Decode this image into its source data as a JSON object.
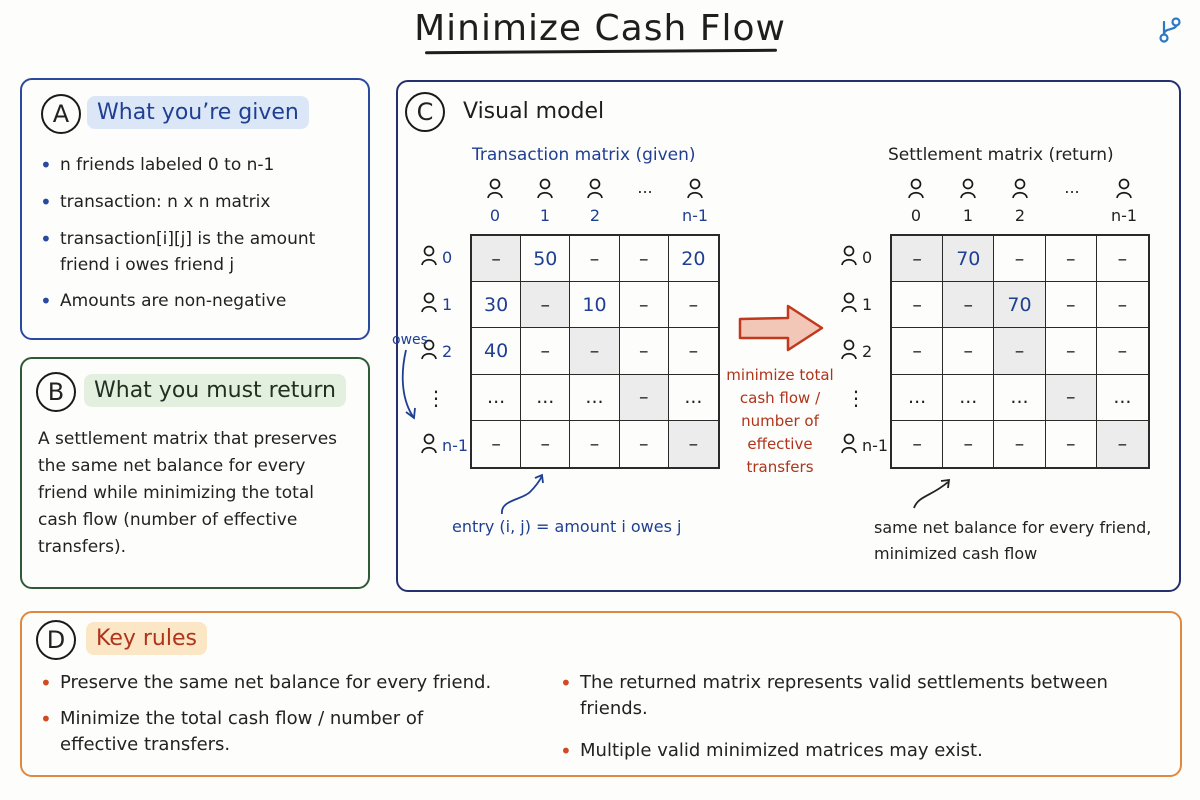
{
  "title": "Minimize Cash Flow",
  "corner_icon": "branch-icon",
  "panel_a": {
    "badge": "A",
    "heading": "What you’re given",
    "bullets": [
      "n friends labeled 0 to n-1",
      "transaction: n x n matrix",
      "transaction[i][j] is the amount friend i owes friend j",
      "Amounts are non-negative"
    ]
  },
  "panel_b": {
    "badge": "B",
    "heading": "What you must return",
    "text": "A settlement matrix that preserves the same net balance for every friend while minimizing the total cash flow (number of effective transfers)."
  },
  "panel_c": {
    "badge": "C",
    "heading": "Visual model",
    "left_label": "Transaction matrix (given)",
    "right_label": "Settlement matrix (return)",
    "col_headers": [
      "0",
      "1",
      "2",
      "...",
      "n-1"
    ],
    "row_headers": [
      "0",
      "1",
      "2",
      "⋮",
      "n-1"
    ],
    "left_matrix": [
      [
        "–",
        "50",
        "–",
        "–",
        "20"
      ],
      [
        "30",
        "–",
        "10",
        "–",
        "–"
      ],
      [
        "40",
        "–",
        "–",
        "–",
        "–"
      ],
      [
        "...",
        "...",
        "...",
        "–",
        "..."
      ],
      [
        "–",
        "–",
        "–",
        "–",
        "–"
      ]
    ],
    "right_matrix": [
      [
        "–",
        "70",
        "–",
        "–",
        "–"
      ],
      [
        "–",
        "–",
        "70",
        "–",
        "–"
      ],
      [
        "–",
        "–",
        "–",
        "–",
        "–"
      ],
      [
        "...",
        "...",
        "...",
        "–",
        "..."
      ],
      [
        "–",
        "–",
        "–",
        "–",
        "–"
      ]
    ],
    "owes_label": "owes",
    "entry_note": "entry (i, j) = amount i owes j",
    "arrow_text": [
      "minimize total",
      "cash flow /",
      "number of",
      "effective",
      "transfers"
    ],
    "right_note": [
      "same net balance for every friend,",
      "minimized cash flow"
    ]
  },
  "panel_d": {
    "badge": "D",
    "heading": "Key rules",
    "left_bullets": [
      "Preserve the same net balance for every friend.",
      "Minimize the total cash flow / number of effective transfers."
    ],
    "right_bullets": [
      "The returned matrix represents valid settlements between friends.",
      "Multiple valid minimized matrices may exist."
    ]
  },
  "colors": {
    "panel_a": "#2a4aa0",
    "panel_b": "#2f5a38",
    "panel_c": "#24306e",
    "panel_d": "#e08740",
    "arrow": "#c0391c"
  }
}
